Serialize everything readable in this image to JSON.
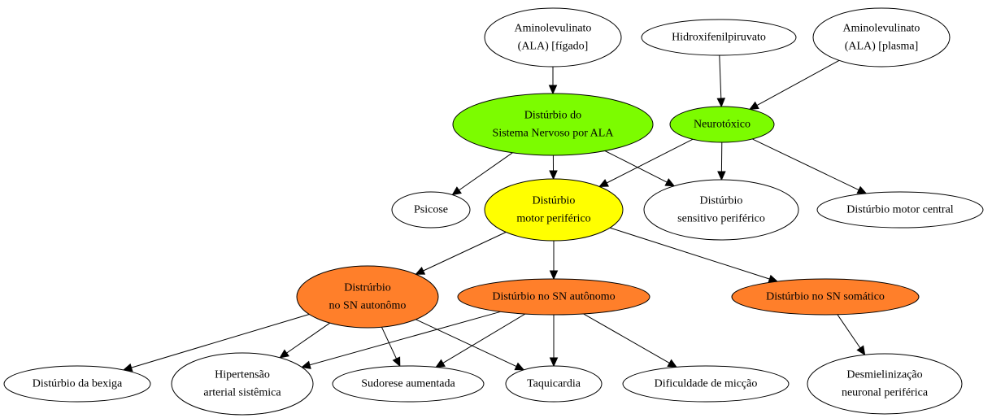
{
  "colors": {
    "green": "#7cfc00",
    "yellow": "#ffff00",
    "orange": "#ff7f2a",
    "white": "#ffffff"
  },
  "nodes": [
    {
      "id": "ala-figado",
      "lines": [
        "Aminolevulinato",
        "(ALA) [fígado]"
      ],
      "fill": "white"
    },
    {
      "id": "hidroxifenilpiruvato",
      "lines": [
        "Hidroxifenilpiruvato"
      ],
      "fill": "white"
    },
    {
      "id": "ala-plasma",
      "lines": [
        "Aminolevulinato",
        "(ALA) [plasma]"
      ],
      "fill": "white"
    },
    {
      "id": "disturbio-sn-ala",
      "lines": [
        "Distúrbio do",
        "Sistema Nervoso por ALA"
      ],
      "fill": "green"
    },
    {
      "id": "neurotoxico",
      "lines": [
        "Neurotóxico"
      ],
      "fill": "green"
    },
    {
      "id": "psicose",
      "lines": [
        "Psicose"
      ],
      "fill": "white"
    },
    {
      "id": "disturbio-motor-periferico",
      "lines": [
        "Distúrbio",
        "motor periférico"
      ],
      "fill": "yellow"
    },
    {
      "id": "disturbio-sensitivo-periferico",
      "lines": [
        "Distúrbio",
        "sensitivo periférico"
      ],
      "fill": "white"
    },
    {
      "id": "disturbio-motor-central",
      "lines": [
        "Distúrbio motor central"
      ],
      "fill": "white"
    },
    {
      "id": "distrurbio-sn-autonomo",
      "lines": [
        "Distrúrbio",
        "no SN autonômo"
      ],
      "fill": "orange"
    },
    {
      "id": "disturbio-sn-autonomo",
      "lines": [
        "Distúrbio no SN autônomo"
      ],
      "fill": "orange"
    },
    {
      "id": "disturbio-sn-somatico",
      "lines": [
        "Distúrbio no SN somático"
      ],
      "fill": "orange"
    },
    {
      "id": "disturbio-bexiga",
      "lines": [
        "Distúrbio da bexiga"
      ],
      "fill": "white"
    },
    {
      "id": "hipertensao",
      "lines": [
        "Hipertensão",
        "arterial sistêmica"
      ],
      "fill": "white"
    },
    {
      "id": "sudorese",
      "lines": [
        "Sudorese aumentada"
      ],
      "fill": "white"
    },
    {
      "id": "taquicardia",
      "lines": [
        "Taquicardia"
      ],
      "fill": "white"
    },
    {
      "id": "miccao",
      "lines": [
        "Dificuldade de micção"
      ],
      "fill": "white"
    },
    {
      "id": "desmielinizacao",
      "lines": [
        "Desmielinização",
        "neuronal periférica"
      ],
      "fill": "white"
    }
  ],
  "edges": [
    [
      "ala-figado",
      "disturbio-sn-ala"
    ],
    [
      "hidroxifenilpiruvato",
      "neurotoxico"
    ],
    [
      "ala-plasma",
      "neurotoxico"
    ],
    [
      "disturbio-sn-ala",
      "psicose"
    ],
    [
      "disturbio-sn-ala",
      "disturbio-motor-periferico"
    ],
    [
      "disturbio-sn-ala",
      "disturbio-sensitivo-periferico"
    ],
    [
      "neurotoxico",
      "disturbio-motor-periferico"
    ],
    [
      "neurotoxico",
      "disturbio-sensitivo-periferico"
    ],
    [
      "neurotoxico",
      "disturbio-motor-central"
    ],
    [
      "disturbio-motor-periferico",
      "distrurbio-sn-autonomo"
    ],
    [
      "disturbio-motor-periferico",
      "disturbio-sn-autonomo"
    ],
    [
      "disturbio-motor-periferico",
      "disturbio-sn-somatico"
    ],
    [
      "distrurbio-sn-autonomo",
      "disturbio-bexiga"
    ],
    [
      "distrurbio-sn-autonomo",
      "hipertensao"
    ],
    [
      "distrurbio-sn-autonomo",
      "sudorese"
    ],
    [
      "distrurbio-sn-autonomo",
      "taquicardia"
    ],
    [
      "disturbio-sn-autonomo",
      "hipertensao"
    ],
    [
      "disturbio-sn-autonomo",
      "sudorese"
    ],
    [
      "disturbio-sn-autonomo",
      "taquicardia"
    ],
    [
      "disturbio-sn-autonomo",
      "miccao"
    ],
    [
      "disturbio-sn-somatico",
      "desmielinizacao"
    ]
  ]
}
